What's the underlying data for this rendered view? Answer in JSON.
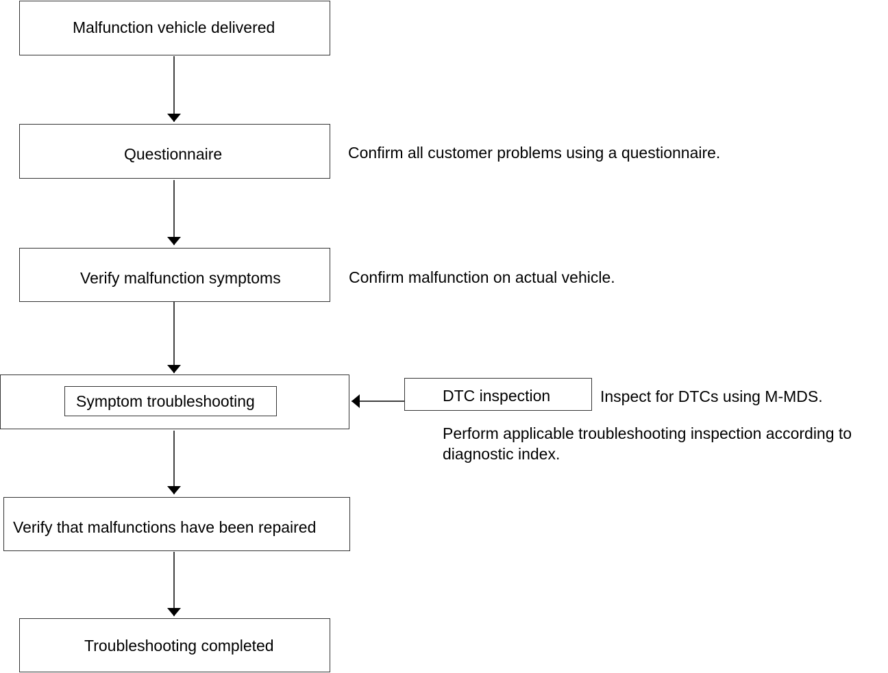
{
  "steps": {
    "delivered": "Malfunction vehicle delivered",
    "questionnaire": "Questionnaire",
    "verify_symptoms": "Verify malfunction symptoms",
    "symptom_troubleshooting": "Symptom troubleshooting",
    "dtc_inspection": "DTC inspection",
    "verify_repaired": "Verify that malfunctions have been repaired",
    "completed": "Troubleshooting completed"
  },
  "notes": {
    "questionnaire": "Confirm all customer problems using a questionnaire.",
    "verify_symptoms": "Confirm malfunction on actual vehicle.",
    "dtc_inspection": "Inspect for DTCs using M-MDS.",
    "troubleshooting_line1": "Perform applicable troubleshooting inspection according to",
    "troubleshooting_line2": "diagnostic index."
  }
}
